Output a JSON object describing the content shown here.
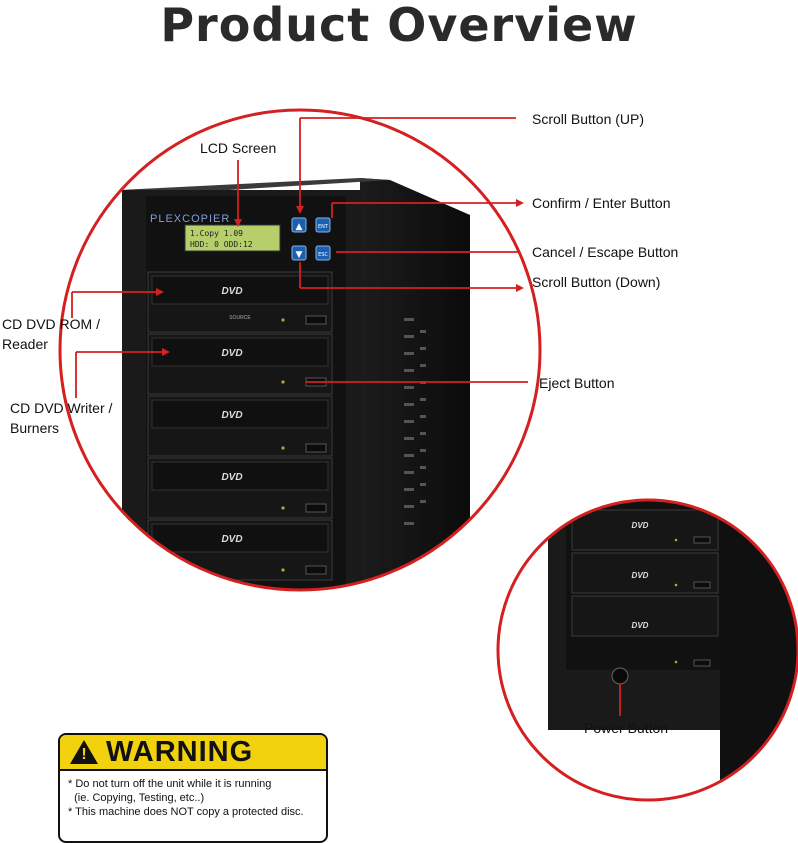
{
  "page": {
    "title": "Product Overview"
  },
  "device": {
    "brand": "PLEXCOPIER",
    "lcd_line1": "1.Copy      1.09",
    "lcd_line2": "HDD: 0 ODD:12",
    "drive_logo": "DVD",
    "source_label": "SOURCE",
    "buttons": {
      "up": "▲",
      "enter": "ENT",
      "down": "▼",
      "escape": "ESC"
    }
  },
  "callouts": {
    "lcd_screen": "LCD Screen",
    "scroll_up": "Scroll Button (UP)",
    "confirm_enter": "Confirm / Enter Button",
    "cancel_escape": "Cancel / Escape Button",
    "scroll_down": "Scroll Button (Down)",
    "cd_dvd_rom": "CD DVD ROM / Reader",
    "cd_dvd_writer": "CD DVD Writer / Burners",
    "eject": "Eject Button",
    "power": "Power Button"
  },
  "warning": {
    "heading": "WARNING",
    "line1": "* Do not turn off the unit while it is running",
    "line2": "  (ie. Copying, Testing, etc..)",
    "line3": "* This machine does NOT copy a protected disc."
  },
  "colors": {
    "callout_red": "#d42020",
    "lcd_green": "#b7cf6a",
    "button_blue": "#1a5fb0",
    "warning_yellow": "#f2d20c"
  }
}
